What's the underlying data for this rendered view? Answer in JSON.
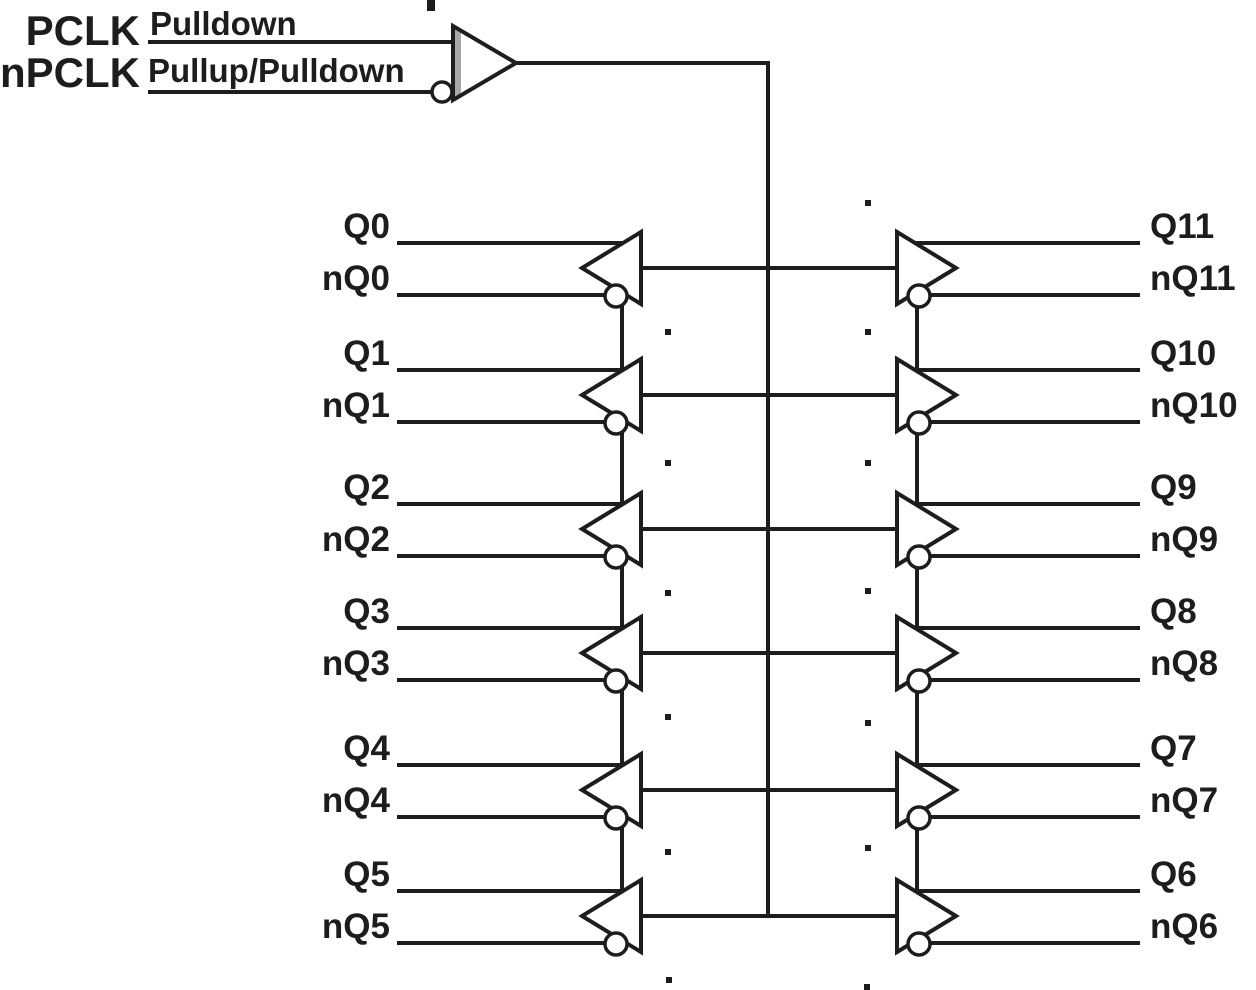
{
  "input_stage": {
    "pclk_label": "PCLK",
    "npclk_label": "nPCLK",
    "pclk_note": "Pulldown",
    "npclk_note": "Pullup/Pulldown"
  },
  "left_buffers": [
    {
      "q": "Q0",
      "nq": "nQ0"
    },
    {
      "q": "Q1",
      "nq": "nQ1"
    },
    {
      "q": "Q2",
      "nq": "nQ2"
    },
    {
      "q": "Q3",
      "nq": "nQ3"
    },
    {
      "q": "Q4",
      "nq": "nQ4"
    },
    {
      "q": "Q5",
      "nq": "nQ5"
    }
  ],
  "right_buffers": [
    {
      "q": "Q11",
      "nq": "nQ11"
    },
    {
      "q": "Q10",
      "nq": "nQ10"
    },
    {
      "q": "Q9",
      "nq": "nQ9"
    },
    {
      "q": "Q8",
      "nq": "nQ8"
    },
    {
      "q": "Q7",
      "nq": "nQ7"
    },
    {
      "q": "Q6",
      "nq": "nQ6"
    }
  ],
  "colors": {
    "line": "#1d1d1b",
    "input_bar": "#a8a8a8",
    "background": "#ffffff"
  }
}
